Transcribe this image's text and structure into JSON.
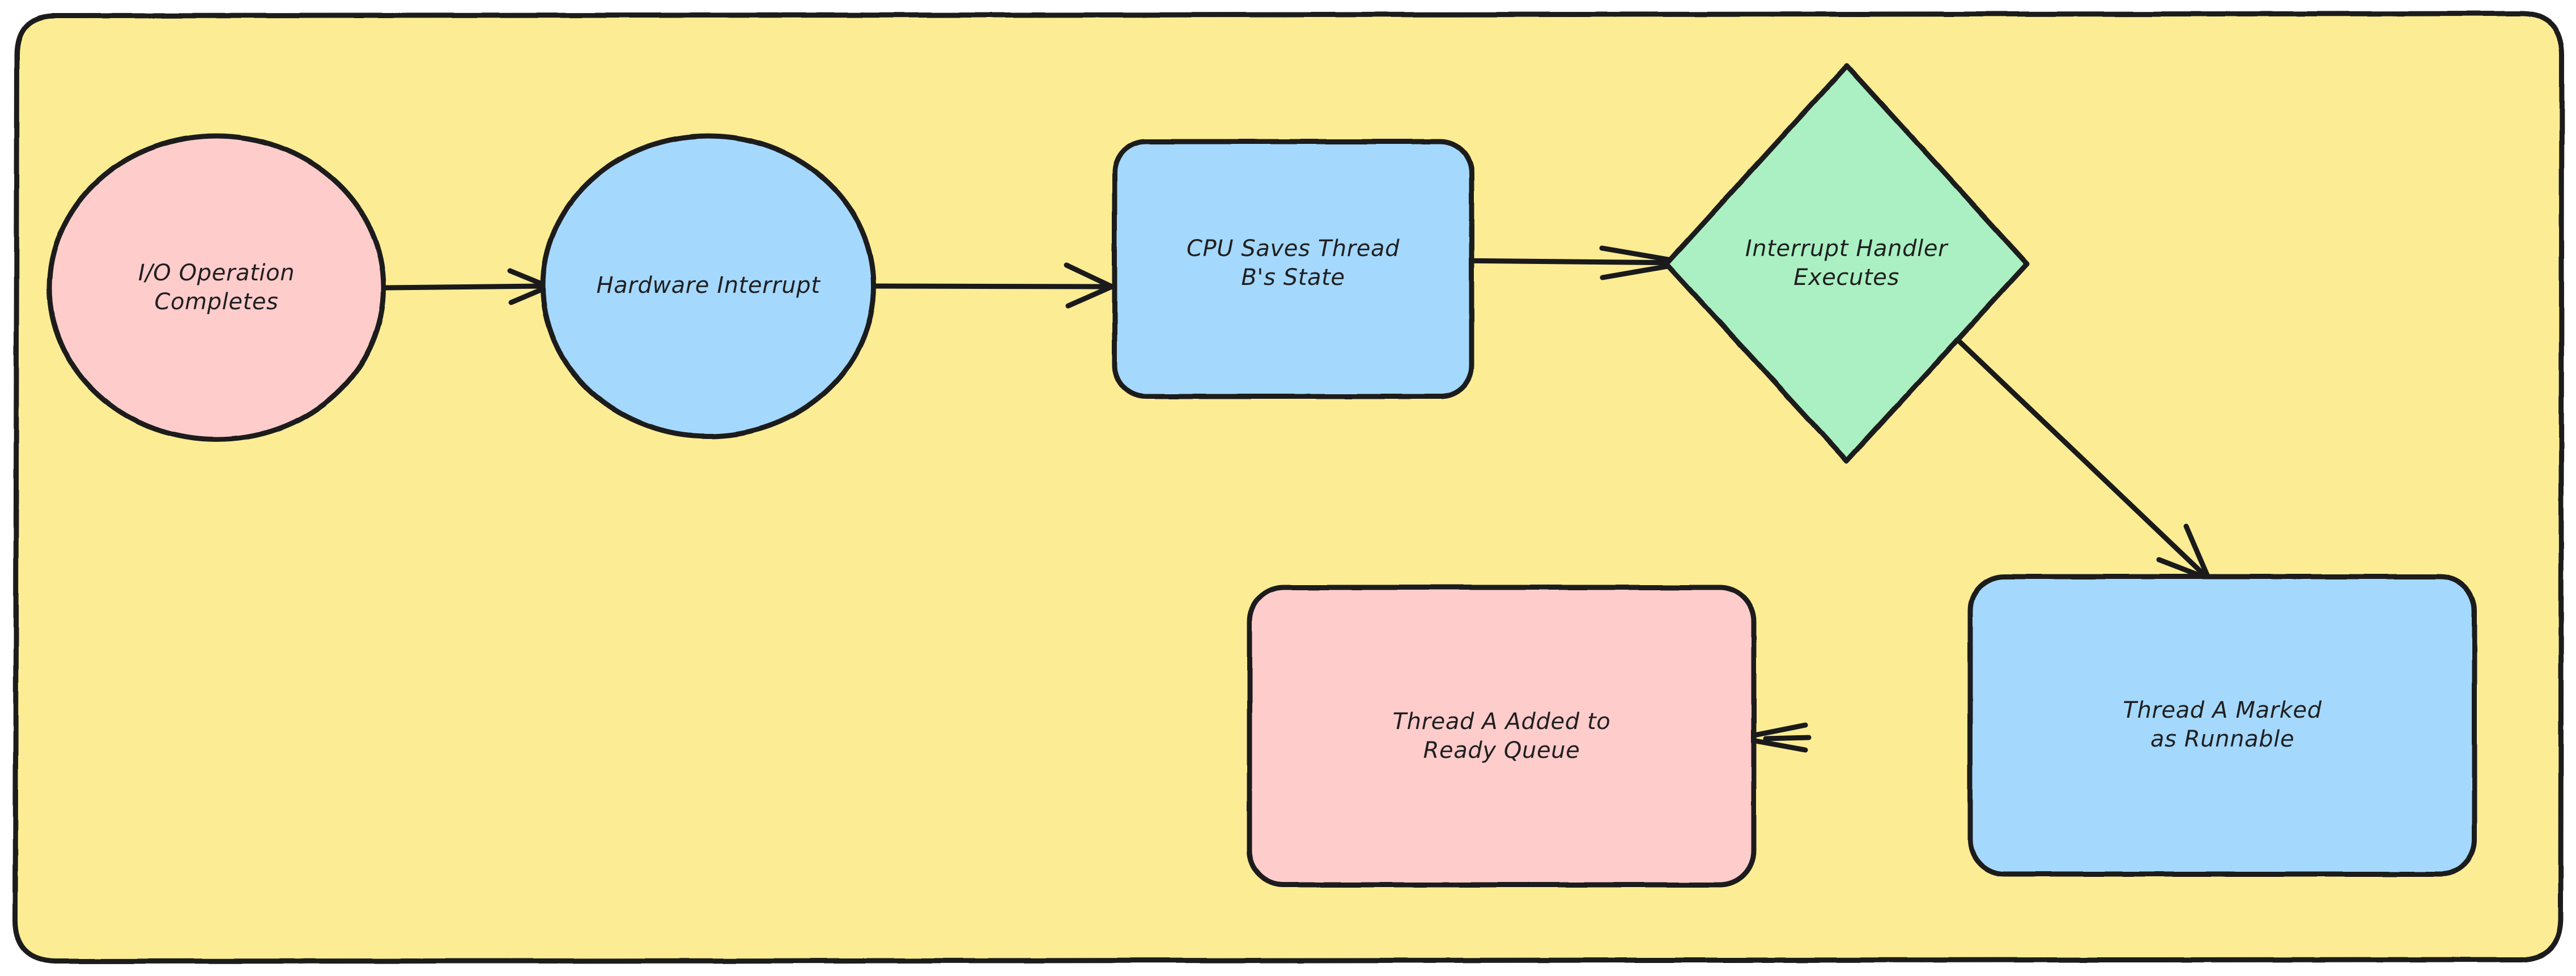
{
  "diagram": {
    "type": "flowchart",
    "orientation": "left-to-right with wrap",
    "container": {
      "name": "subgraph-frame",
      "fill": "#fcec94",
      "stroke": "#1a1a1a",
      "label": ""
    },
    "palette": {
      "pink_fill": "#ffcccc",
      "blue_fill": "#a5d8fd",
      "green_fill": "#aaf0c3",
      "yellow_background": "#fcec94",
      "stroke": "#1a1a1a",
      "text": "#1f1f1f"
    },
    "nodes": [
      {
        "id": "io-operation-completes",
        "shape": "circle",
        "fill": "#ffcccc",
        "lines": [
          "I/O Operation",
          "Completes"
        ],
        "text": "I/O Operation Completes"
      },
      {
        "id": "hardware-interrupt",
        "shape": "circle",
        "fill": "#a5d8fd",
        "lines": [
          "Hardware Interrupt"
        ],
        "text": "Hardware Interrupt"
      },
      {
        "id": "cpu-saves-thread-b-state",
        "shape": "rounded-rect",
        "fill": "#a5d8fd",
        "lines": [
          "CPU Saves Thread",
          "B's State"
        ],
        "text": "CPU Saves Thread B's State"
      },
      {
        "id": "interrupt-handler-executes",
        "shape": "diamond",
        "fill": "#aaf0c3",
        "lines": [
          "Interrupt Handler",
          "Executes"
        ],
        "text": "Interrupt Handler Executes"
      },
      {
        "id": "thread-a-marked-as-runnable",
        "shape": "rounded-rect",
        "fill": "#a5d8fd",
        "lines": [
          "Thread A Marked",
          "as Runnable"
        ],
        "text": "Thread A Marked as Runnable"
      },
      {
        "id": "thread-a-added-to-ready-queue",
        "shape": "rounded-rect",
        "fill": "#ffcccc",
        "lines": [
          "Thread A Added to",
          "Ready Queue"
        ],
        "text": "Thread A Added to Ready Queue"
      }
    ],
    "edges": [
      {
        "id": "edge-1",
        "from": "io-operation-completes",
        "to": "hardware-interrupt",
        "label": "",
        "arrow": "right"
      },
      {
        "id": "edge-2",
        "from": "hardware-interrupt",
        "to": "cpu-saves-thread-b-state",
        "label": "",
        "arrow": "right"
      },
      {
        "id": "edge-3",
        "from": "cpu-saves-thread-b-state",
        "to": "interrupt-handler-executes",
        "label": "",
        "arrow": "right"
      },
      {
        "id": "edge-4",
        "from": "interrupt-handler-executes",
        "to": "thread-a-marked-as-runnable",
        "label": "",
        "arrow": "down-right"
      },
      {
        "id": "edge-5",
        "from": "thread-a-marked-as-runnable",
        "to": "thread-a-added-to-ready-queue",
        "label": "",
        "arrow": "left"
      }
    ]
  }
}
